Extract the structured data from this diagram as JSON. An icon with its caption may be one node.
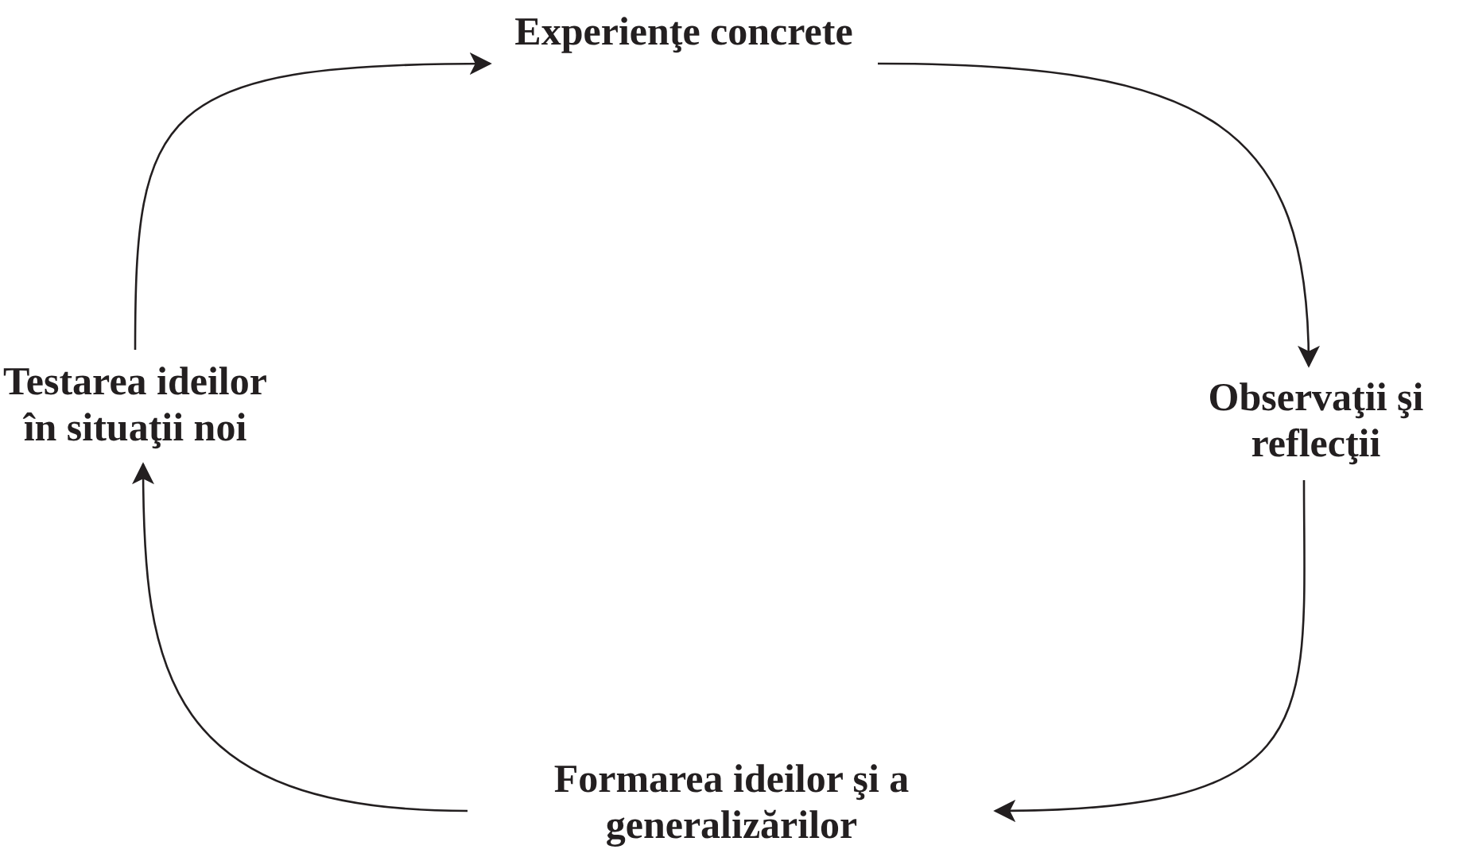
{
  "diagram": {
    "nodes": [
      {
        "text": [
          "Experienţe concrete"
        ]
      },
      {
        "text": [
          "Observaţii şi reflecţii"
        ]
      },
      {
        "text": [
          "Formarea ideilor şi a generalizărilor"
        ]
      },
      {
        "text": [
          "Testarea ideilor în situaţii noi"
        ]
      }
    ],
    "edges": [
      {
        "from": 0,
        "to": 1,
        "arrow": "to"
      },
      {
        "from": 1,
        "to": 2,
        "arrow": "to"
      },
      {
        "from": 2,
        "to": 3,
        "arrow": "to"
      },
      {
        "from": 3,
        "to": 0,
        "arrow": "to"
      }
    ]
  }
}
